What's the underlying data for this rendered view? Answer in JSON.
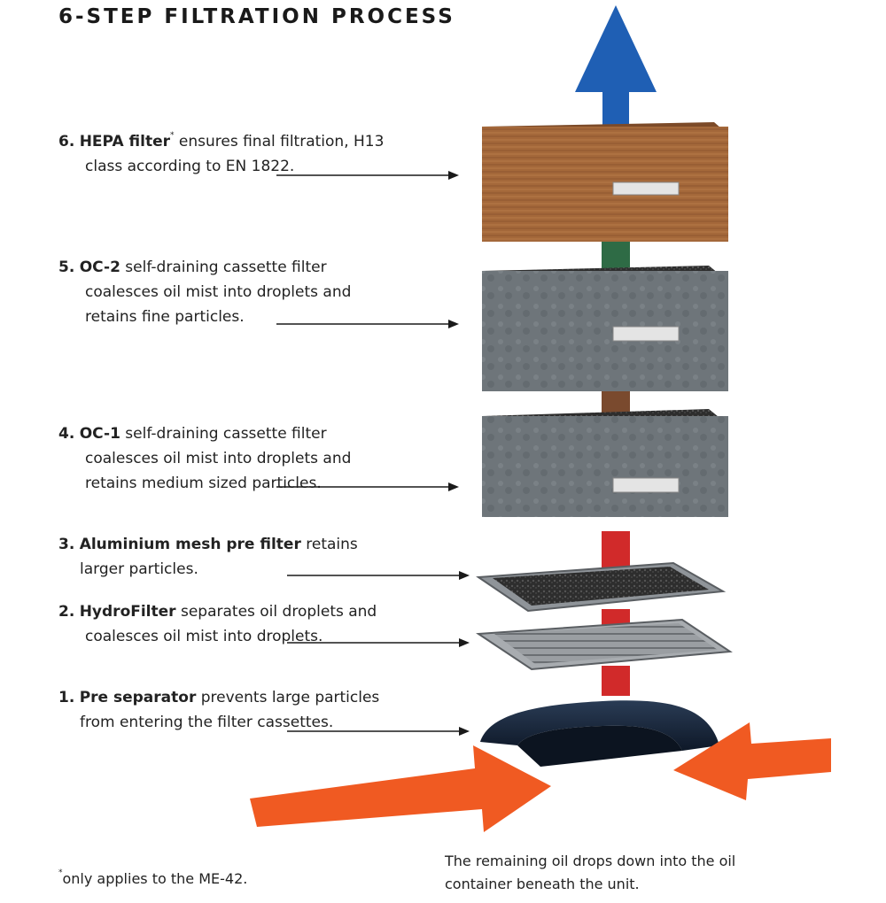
{
  "title": "6-STEP FILTRATION PROCESS",
  "steps": [
    {
      "number": "6.",
      "name": "HEPA filter",
      "mark": "*",
      "line1_rest": " ensures final filtration, H13",
      "line2": "class according to EN 1822."
    },
    {
      "number": "5.",
      "name": "OC-2",
      "line1_rest": " self-draining cassette filter",
      "line2": "coalesces oil mist into droplets and",
      "line3": "retains fine particles."
    },
    {
      "number": "4.",
      "name": "OC-1",
      "line1_rest": " self-draining cassette filter",
      "line2": "coalesces oil mist into droplets and",
      "line3": "retains medium sized particles."
    },
    {
      "number": "3.",
      "name": "Aluminium mesh pre filter",
      "line1_rest": " retains",
      "line2": "larger particles."
    },
    {
      "number": "2.",
      "name": "HydroFilter",
      "line1_rest": " separates oil droplets and",
      "line2": "coalesces oil mist into droplets."
    },
    {
      "number": "1.",
      "name": "Pre separator",
      "line1_rest": " prevents large particles",
      "line2": "from entering the filter cassettes."
    }
  ],
  "footnote": {
    "mark": "*",
    "text": "only applies to the ME-42."
  },
  "note": {
    "line1": "The remaining oil drops down into the oil",
    "line2": "container beneath the unit."
  },
  "colors": {
    "outflow_arrow": "#1f5fb4",
    "inflow_arrows": "#f05a22",
    "core_red": "#d12a2a",
    "core_brown": "#7a4a2e",
    "core_green": "#2e6b45",
    "hepa_wood": "#a4683a",
    "cassette_metal": "#6e757a",
    "pre_separator": "#16263a"
  }
}
